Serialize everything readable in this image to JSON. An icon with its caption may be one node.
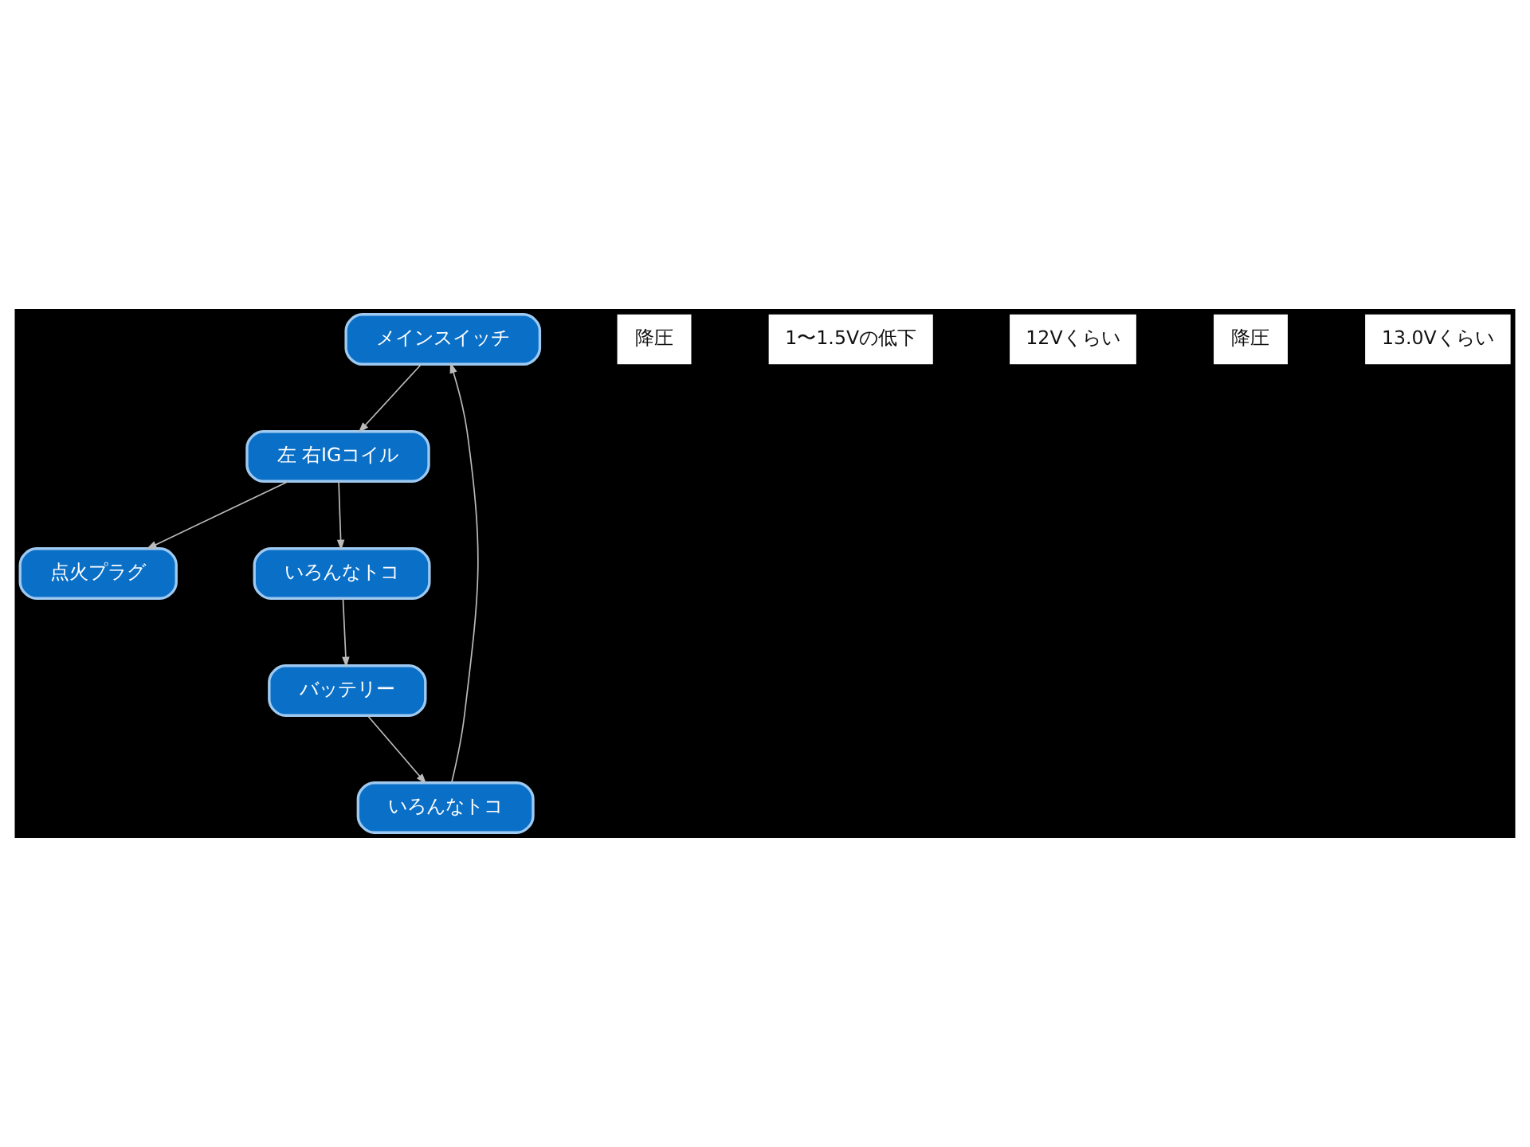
{
  "diagram": {
    "nodes": [
      {
        "text": [
          "メインスイッチ"
        ]
      },
      {
        "text": [
          "左 右IGコイル"
        ]
      },
      {
        "text": [
          "点火プラグ"
        ]
      },
      {
        "text": [
          "いろんなトコ"
        ]
      },
      {
        "text": [
          "いろんなトコ"
        ]
      },
      {
        "text": [
          "バッテリー"
        ]
      }
    ],
    "edges": [
      {
        "from": 5,
        "to": 3,
        "arrow": "to"
      },
      {
        "from": 3,
        "to": 0,
        "arrow": "to"
      },
      {
        "from": 0,
        "to": 1,
        "arrow": "to"
      },
      {
        "from": 1,
        "to": 2,
        "arrow": "to"
      },
      {
        "from": 1,
        "to": 4,
        "arrow": "to"
      },
      {
        "from": 4,
        "to": 5,
        "arrow": "to"
      }
    ],
    "labels": [
      "降圧",
      "1〜1.5Vの低下",
      "12Vくらい",
      "降圧",
      "13.0Vくらい"
    ]
  }
}
